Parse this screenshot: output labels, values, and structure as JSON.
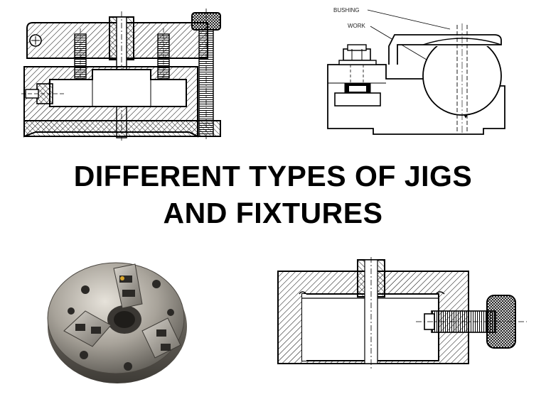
{
  "title": {
    "line1": "DIFFERENT TYPES OF JIGS",
    "line2": "AND FIXTURES"
  },
  "labels": {
    "bushing": "BUSHING",
    "work": "WORK"
  },
  "colors": {
    "ink": "#000000",
    "background": "#ffffff",
    "metal": "#a8a39a",
    "metal_dark": "#4a4640"
  }
}
